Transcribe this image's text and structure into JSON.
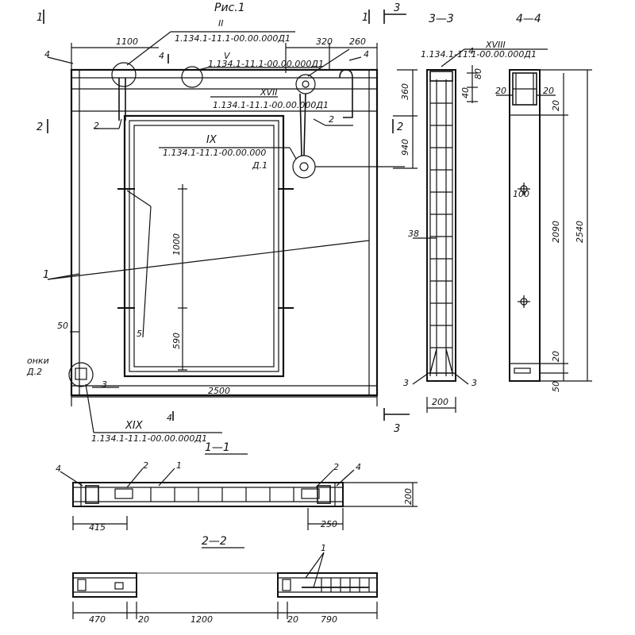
{
  "figure_title": "Рис.1",
  "section_marks": {
    "s1": "1",
    "s2": "2",
    "s3": "3",
    "s4": "4",
    "sec_3_3": "3—3",
    "sec_4_4": "4—4",
    "sec_1_1": "1—1",
    "sec_2_2": "2—2"
  },
  "callouts": {
    "II": "II",
    "II_ref": "1.134.1-11.1-00.00.000Д1",
    "V": "V",
    "V_ref": "1.134.1-11.1-00.00.000Д1",
    "XVII": "XVII",
    "XVII_ref": "1.134.1-11.1-00.00.000Д1",
    "IX": "IX",
    "IX_ref": "1.134.1-11.1-00.00.000",
    "IX_ref2": "Д.1",
    "XVIII": "XVIII",
    "XVIII_ref": "1.134.1-11.1-00.00.000Д1",
    "XIX": "XIX",
    "XIX_ref": "1.134.1-11.1-00.00.000Д1",
    "left_note_1": "онки",
    "left_note_2": "Д.2"
  },
  "positions": {
    "p1": "1",
    "p2": "2",
    "p3": "3",
    "p4": "4",
    "p5": "5"
  },
  "dims_main": {
    "d1100": "1100",
    "d320": "320",
    "d260": "260",
    "d360": "360",
    "d940": "940",
    "d1000": "1000",
    "d590": "590",
    "d50": "50",
    "d2500": "2500"
  },
  "dims_3_3": {
    "d80": "80",
    "d40": "40",
    "d38": "38",
    "d200": "200"
  },
  "dims_4_4": {
    "d20a": "20",
    "d20b": "20",
    "d20c": "20",
    "d20d": "20",
    "d100": "100",
    "d2090": "2090",
    "d2540": "2540",
    "d50": "50"
  },
  "dims_1_1": {
    "d415": "415",
    "d250": "250",
    "d200": "200"
  },
  "dims_2_2": {
    "d470": "470",
    "d20a": "20",
    "d1200": "1200",
    "d20b": "20",
    "d790": "790"
  }
}
